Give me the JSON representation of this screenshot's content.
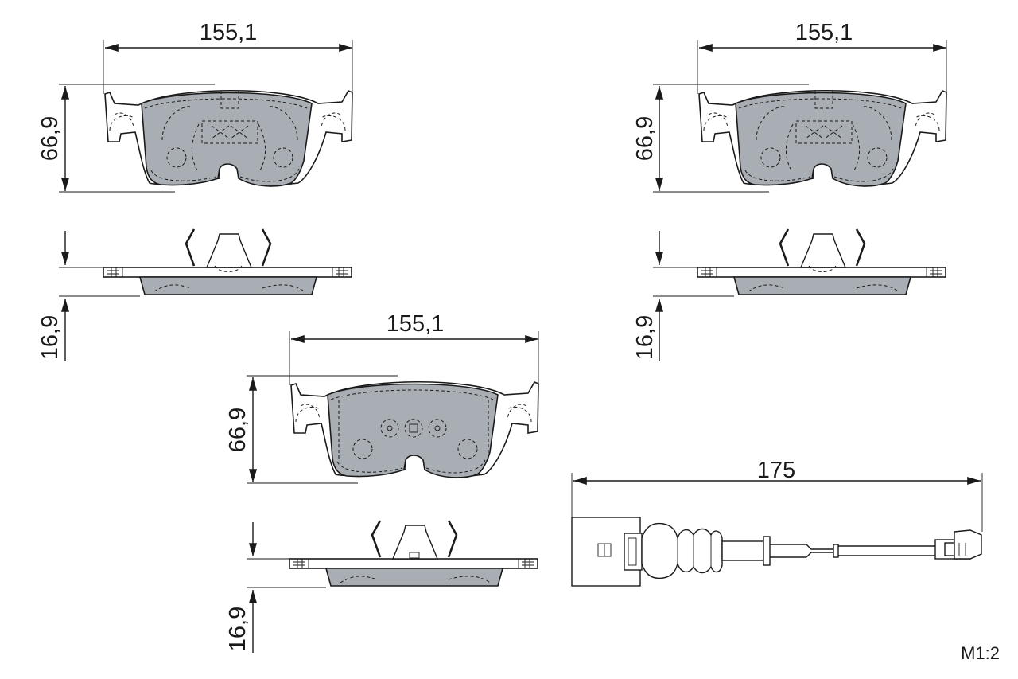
{
  "dimensions": {
    "pad_tl_width": "155,1",
    "pad_tl_height": "66,9",
    "pad_tl_thickness": "16,9",
    "pad_tr_width": "155,1",
    "pad_tr_height": "66,9",
    "pad_tr_thickness": "16,9",
    "pad_c_width": "155,1",
    "pad_c_height": "66,9",
    "pad_c_thickness": "16,9",
    "sensor_length": "175"
  },
  "scale_label": "M1:2",
  "colors": {
    "line": "#1a1a1a",
    "friction_material": "#a9aeb4",
    "background": "#ffffff"
  }
}
